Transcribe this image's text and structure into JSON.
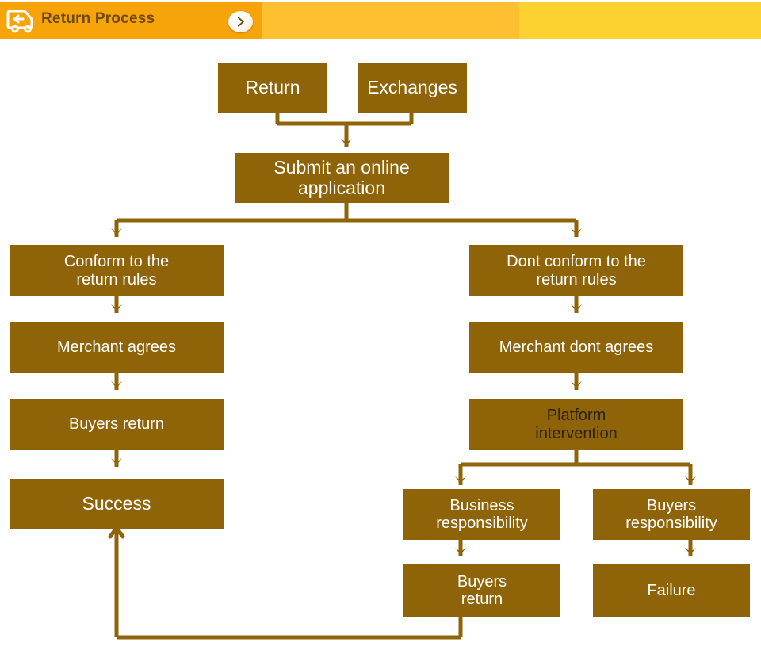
{
  "header": {
    "title": "Return Process",
    "icon": "return-truck-icon",
    "next_button_icon": "chevron-right-icon",
    "band_colors": [
      "#F6A409",
      "#FCC030",
      "#FCD130"
    ],
    "title_color": "#6E4A11"
  },
  "theme": {
    "node_fill": "#8F6409",
    "node_text": "#FFFFFF",
    "node_text_dark": "#2B2116",
    "connector": "#8F6409",
    "background": "#FFFFFF"
  },
  "flow": {
    "nodes": [
      {
        "id": "return",
        "label": "Return",
        "text_style": "light"
      },
      {
        "id": "exchanges",
        "label": "Exchanges",
        "text_style": "light"
      },
      {
        "id": "submit-application",
        "label": "Submit an online\napplication",
        "text_style": "light"
      },
      {
        "id": "conform-rules",
        "label": "Conform to the\nreturn rules",
        "text_style": "light"
      },
      {
        "id": "dont-conform-rules",
        "label": "Dont conform to the\nreturn rules",
        "text_style": "light"
      },
      {
        "id": "merchant-agrees",
        "label": "Merchant agrees",
        "text_style": "light"
      },
      {
        "id": "merchant-dont-agrees",
        "label": "Merchant dont agrees",
        "text_style": "light"
      },
      {
        "id": "buyers-return-left",
        "label": "Buyers return",
        "text_style": "light"
      },
      {
        "id": "platform-intervention",
        "label": "Platform\nintervention",
        "text_style": "dark"
      },
      {
        "id": "success",
        "label": "Success",
        "text_style": "light"
      },
      {
        "id": "business-responsibility",
        "label": "Business\nresponsibility",
        "text_style": "light"
      },
      {
        "id": "buyers-responsibility",
        "label": "Buyers\nresponsibility",
        "text_style": "light"
      },
      {
        "id": "buyers-return-right",
        "label": "Buyers\nreturn",
        "text_style": "light"
      },
      {
        "id": "failure",
        "label": "Failure",
        "text_style": "light"
      }
    ],
    "edges": [
      {
        "from": "return",
        "to": "submit-application"
      },
      {
        "from": "exchanges",
        "to": "submit-application"
      },
      {
        "from": "submit-application",
        "to": "conform-rules"
      },
      {
        "from": "submit-application",
        "to": "dont-conform-rules"
      },
      {
        "from": "conform-rules",
        "to": "merchant-agrees"
      },
      {
        "from": "merchant-agrees",
        "to": "buyers-return-left"
      },
      {
        "from": "buyers-return-left",
        "to": "success"
      },
      {
        "from": "dont-conform-rules",
        "to": "merchant-dont-agrees"
      },
      {
        "from": "merchant-dont-agrees",
        "to": "platform-intervention"
      },
      {
        "from": "platform-intervention",
        "to": "business-responsibility"
      },
      {
        "from": "platform-intervention",
        "to": "buyers-responsibility"
      },
      {
        "from": "business-responsibility",
        "to": "buyers-return-right"
      },
      {
        "from": "buyers-responsibility",
        "to": "failure"
      },
      {
        "from": "buyers-return-right",
        "to": "success"
      }
    ]
  }
}
